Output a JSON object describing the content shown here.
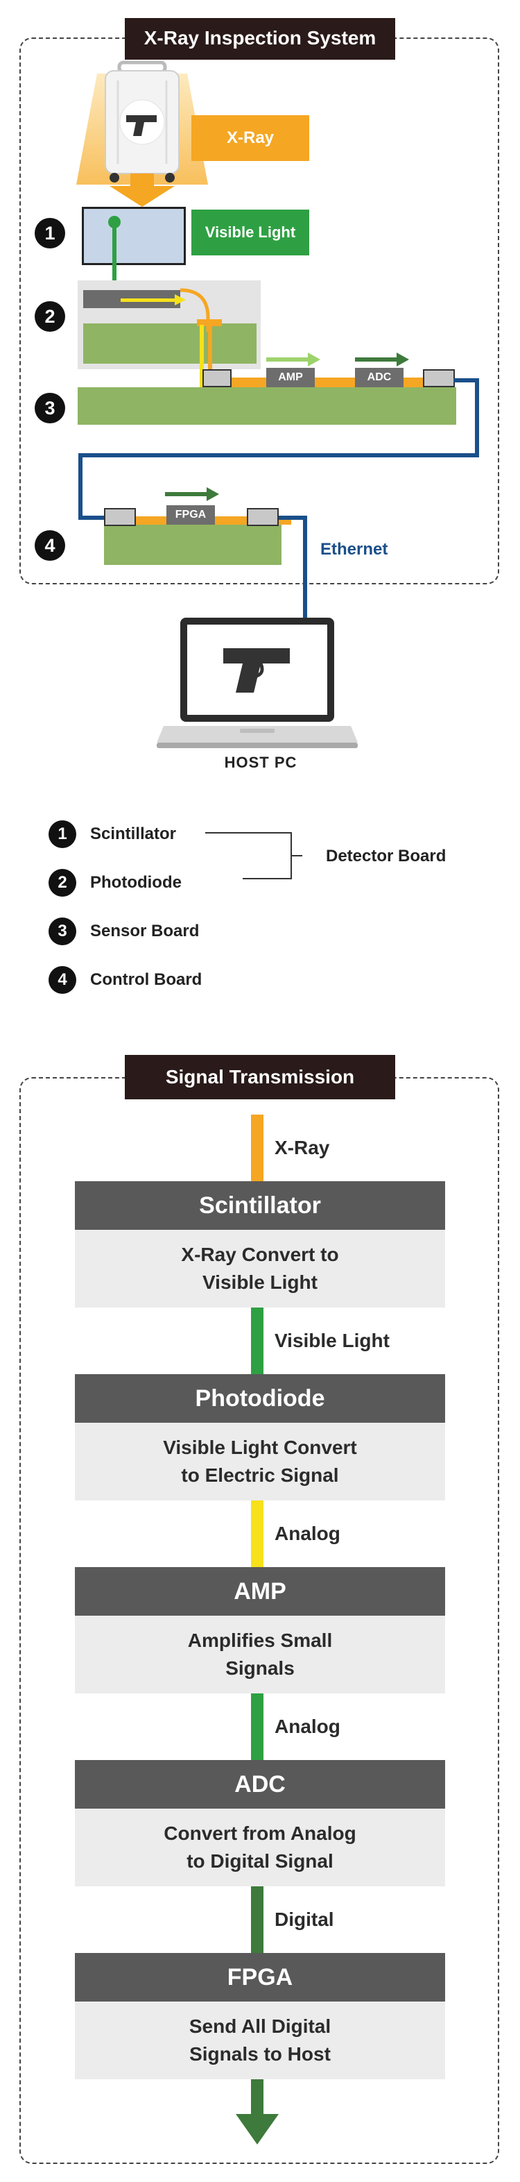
{
  "section1": {
    "title": "X-Ray Inspection System",
    "xray_label": "X-Ray",
    "visible_light_label": "Visible Light",
    "amp_chip": "AMP",
    "adc_chip": "ADC",
    "fpga_chip": "FPGA",
    "ethernet_label": "Ethernet",
    "host_pc_label": "HOST PC",
    "step_numbers": [
      "1",
      "2",
      "3",
      "4"
    ]
  },
  "legend": {
    "items": [
      {
        "num": "1",
        "label": "Scintillator"
      },
      {
        "num": "2",
        "label": "Photodiode"
      },
      {
        "num": "3",
        "label": "Sensor Board"
      },
      {
        "num": "4",
        "label": "Control Board"
      }
    ],
    "group_label": "Detector Board"
  },
  "section2": {
    "title": "Signal Transmission",
    "stages": [
      {
        "in_label": "X-Ray",
        "head": "Scintillator",
        "body": "X-Ray Convert to\nVisible Light"
      },
      {
        "in_label": "Visible Light",
        "head": "Photodiode",
        "body": "Visible Light Convert\nto Electric Signal"
      },
      {
        "in_label": "Analog",
        "head": "AMP",
        "body": "Amplifies Small\nSignals"
      },
      {
        "in_label": "Analog",
        "head": "ADC",
        "body": "Convert from Analog\nto Digital Signal"
      },
      {
        "in_label": "Digital",
        "head": "FPGA",
        "body": "Send All Digital\nSignals to Host"
      }
    ]
  },
  "colors": {
    "xray_orange": "#f5a623",
    "visible_green": "#2ea043",
    "analog_yellow": "#f6e11b",
    "digital_green": "#3d7a3b",
    "board_green": "#8fb463",
    "ethernet_blue": "#1a4f8a"
  }
}
